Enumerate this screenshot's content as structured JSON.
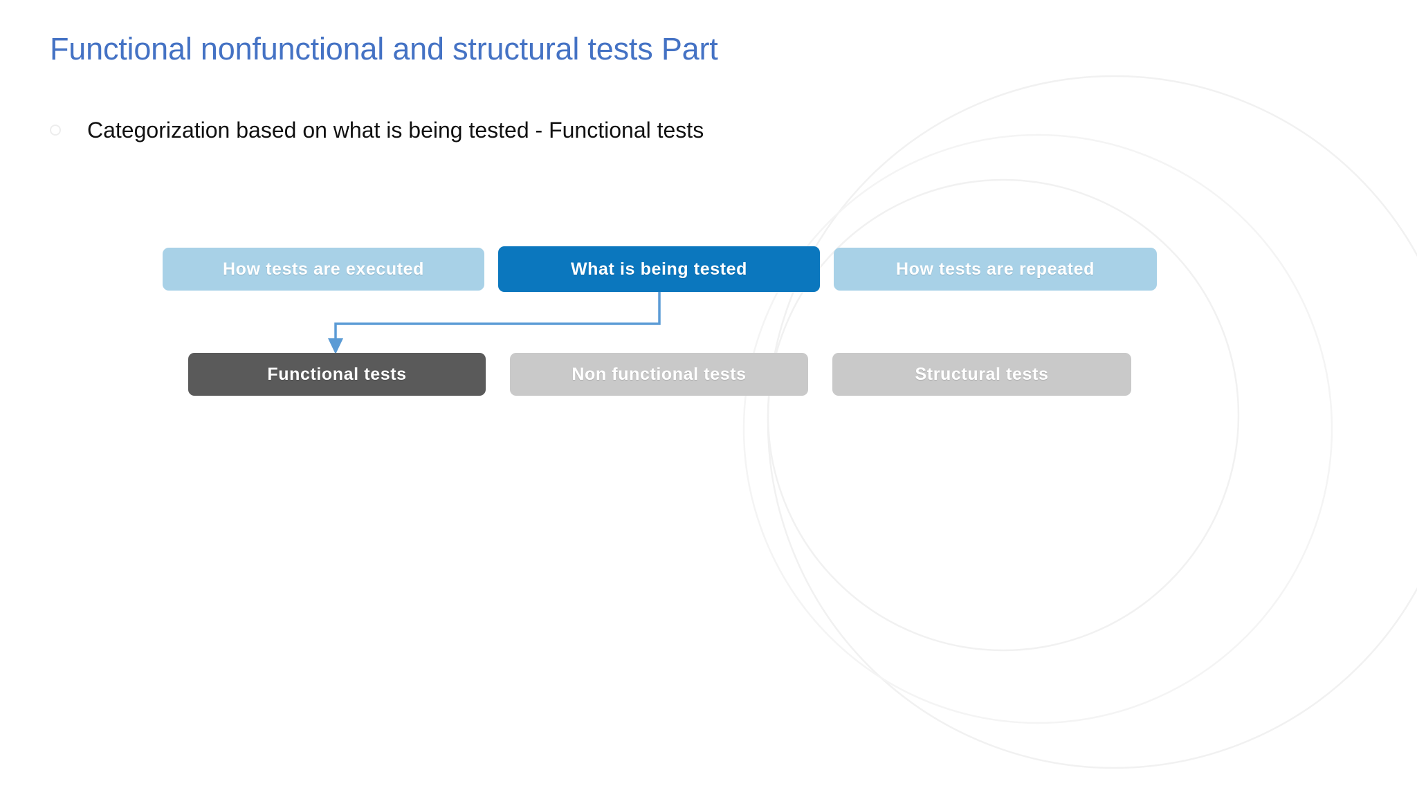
{
  "slide": {
    "title": "Functional nonfunctional and structural tests Part",
    "bullet": {
      "marker": "hollow-circle-bullet",
      "text": "Categorization based on what is being tested - Functional tests"
    }
  },
  "diagram": {
    "top_row": [
      {
        "label": "How tests are executed",
        "state": "inactive",
        "color": "#A8D1E7"
      },
      {
        "label": "What is being tested",
        "state": "active",
        "color": "#0B77BE"
      },
      {
        "label": "How tests are repeated",
        "state": "inactive",
        "color": "#A8D1E7"
      }
    ],
    "bottom_row": [
      {
        "label": "Functional tests",
        "state": "active",
        "color": "#5A5A5A"
      },
      {
        "label": "Non functional tests",
        "state": "inactive",
        "color": "#C9C9C9"
      },
      {
        "label": "Structural tests",
        "state": "inactive",
        "color": "#C9C9C9"
      }
    ],
    "connector": {
      "from": "What is being tested",
      "to": "Functional tests",
      "color": "#5B9BD5",
      "style": "elbow-arrow"
    }
  },
  "theme": {
    "title_color": "#4472C4",
    "body_text_color": "#111111",
    "accent_blue": "#0B77BE",
    "light_blue": "#A8D1E7",
    "dark_gray": "#5A5A5A",
    "light_gray": "#C9C9C9",
    "background": "#ffffff",
    "watermark_color": "#F1F1F1"
  }
}
